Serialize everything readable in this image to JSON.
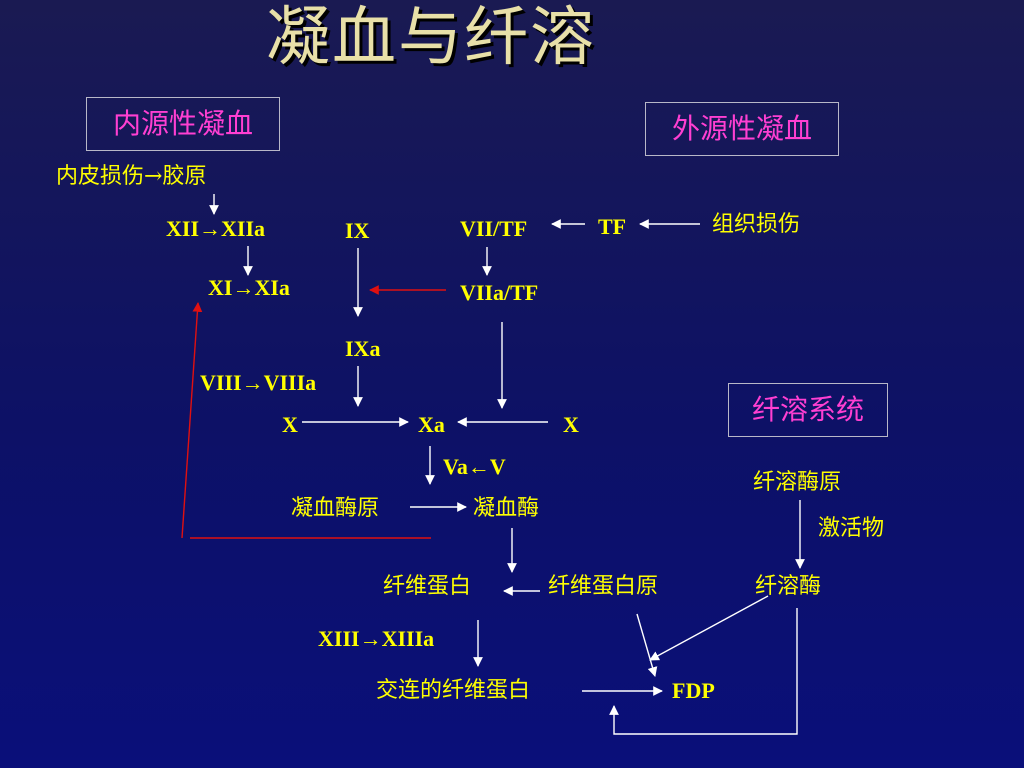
{
  "slide": {
    "title": "凝血与纤溶"
  },
  "sections": {
    "intrinsic": "内源性凝血",
    "extrinsic": "外源性凝血",
    "fibrinolysis": "纤溶系统"
  },
  "nodes": {
    "endothelial_injury": "内皮损伤→胶原",
    "xii": "XII→XIIa",
    "xi": "XI→XIa",
    "ix": "IX",
    "ixa": "IXa",
    "viii": "VIII→VIIIa",
    "x_left": "X",
    "xa": "Xa",
    "x_right": "X",
    "va": "Va←V",
    "vii_tf": "VII/TF",
    "tf": "TF",
    "tissue_injury": "组织损伤",
    "viia_tf": "VIIa/TF",
    "prothrombin": "凝血酶原",
    "thrombin": "凝血酶",
    "fibrin": "纤维蛋白",
    "fibrinogen": "纤维蛋白原",
    "xiii": "XIII→XIIIa",
    "crosslinked_fibrin": "交连的纤维蛋白",
    "fdp": "FDP",
    "plasminogen": "纤溶酶原",
    "activator": "激活物",
    "plasmin": "纤溶酶"
  },
  "colors": {
    "background_top": "#1a1a52",
    "background_bottom": "#0a0f7a",
    "text": "#ffff00",
    "title": "#e8e0a8",
    "section_label": "#ff3fd2",
    "box_border": "#b8b8c8",
    "arrow": "#ffffff",
    "feedback_arrow": "#e01010"
  }
}
